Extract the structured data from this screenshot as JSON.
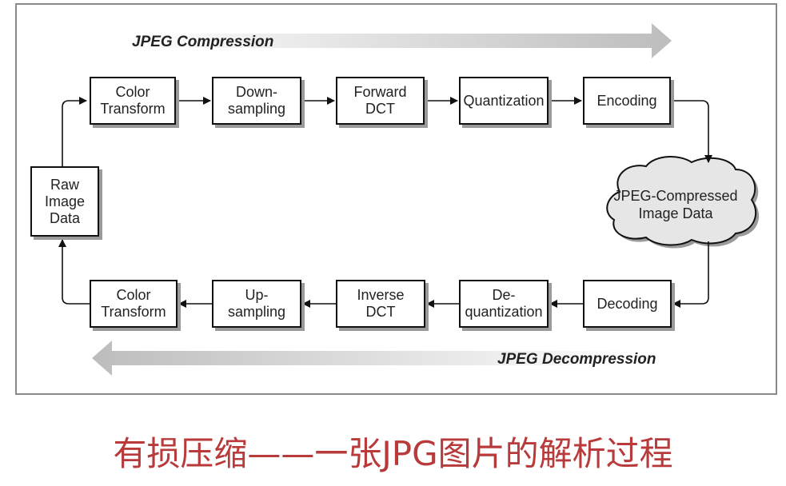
{
  "compression_label": "JPEG Compression",
  "decompression_label": "JPEG Decompression",
  "raw": "Raw\nImage\nData",
  "compression_steps": [
    "Color\nTransform",
    "Down-\nsampling",
    "Forward\nDCT",
    "Quantization",
    "Encoding"
  ],
  "decompression_steps": [
    "Color\nTransform",
    "Up-\nsampling",
    "Inverse\nDCT",
    "De-\nquantization",
    "Decoding"
  ],
  "compressed_data": "JPEG-Compressed\nImage Data",
  "caption": "有损压缩——一张JPG图片的解析过程",
  "colors": {
    "caption": "#b83a3a",
    "arrow_gray": "#c4c4c4",
    "cloud_fill": "#e6e6e6"
  }
}
